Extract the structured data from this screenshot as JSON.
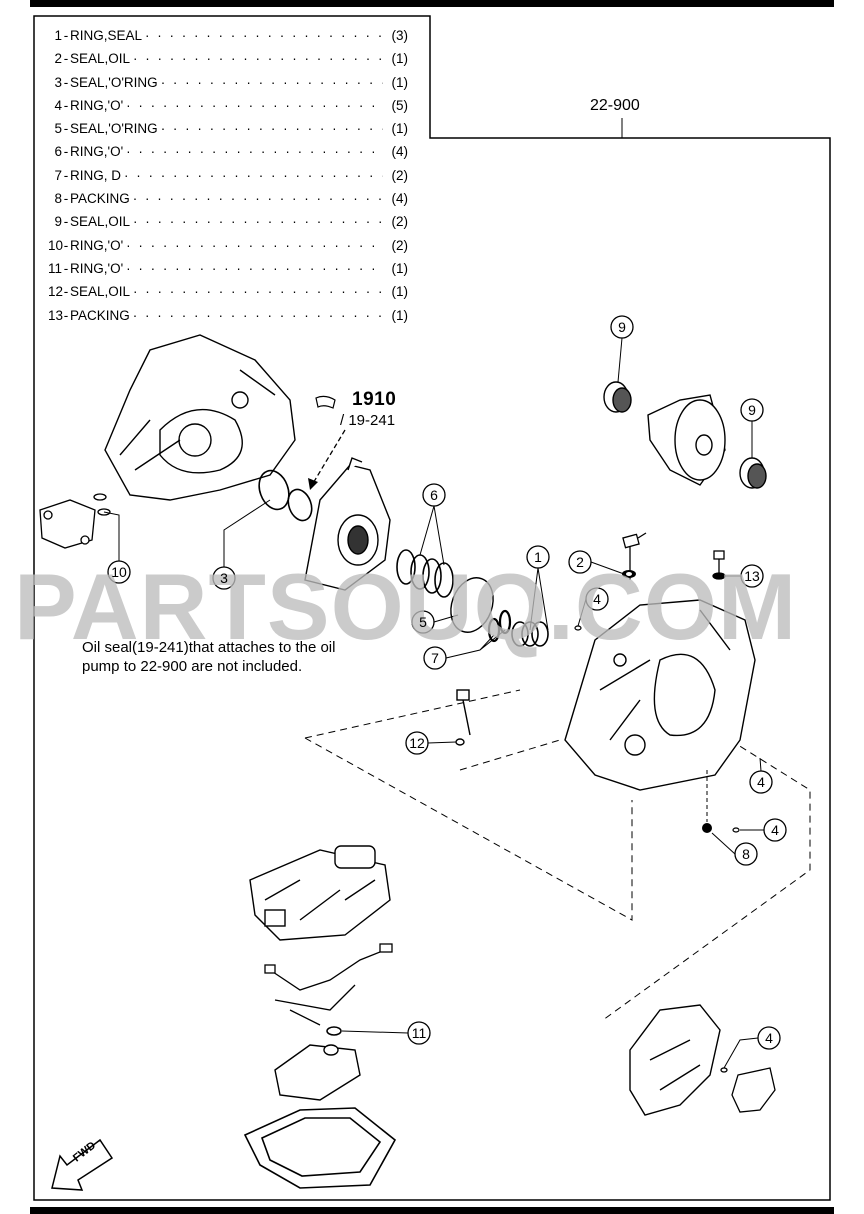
{
  "assembly_ref": "22-900",
  "parts_list": [
    {
      "num": "1",
      "name": "RING,SEAL",
      "qty": "(3)"
    },
    {
      "num": "2",
      "name": "SEAL,OIL",
      "qty": "(1)"
    },
    {
      "num": "3",
      "name": "SEAL,'O'RING",
      "qty": "(1)"
    },
    {
      "num": "4",
      "name": "RING,'O'",
      "qty": "(5)"
    },
    {
      "num": "5",
      "name": "SEAL,'O'RING",
      "qty": "(1)"
    },
    {
      "num": "6",
      "name": "RING,'O'",
      "qty": "(4)"
    },
    {
      "num": "7",
      "name": "RING, D",
      "qty": "(2)"
    },
    {
      "num": "8",
      "name": "PACKING",
      "qty": "(4)"
    },
    {
      "num": "9",
      "name": "SEAL,OIL",
      "qty": "(2)"
    },
    {
      "num": "10",
      "name": "RING,'O'",
      "qty": "(2)"
    },
    {
      "num": "11",
      "name": "RING,'O'",
      "qty": "(1)"
    },
    {
      "num": "12",
      "name": "SEAL,OIL",
      "qty": "(1)"
    },
    {
      "num": "13",
      "name": "PACKING",
      "qty": "(1)"
    }
  ],
  "ref_1910": "1910",
  "ref_19241": "/ 19-241",
  "note": "Oil seal(19-241)that attaches to the oil pump to 22-900 are not included.",
  "watermark": "PARTSOUQ.COM",
  "fwd_label": "FWD",
  "callouts": [
    "1",
    "2",
    "3",
    "4",
    "4",
    "4",
    "4",
    "5",
    "6",
    "7",
    "8",
    "9",
    "9",
    "10",
    "11",
    "12",
    "13"
  ]
}
